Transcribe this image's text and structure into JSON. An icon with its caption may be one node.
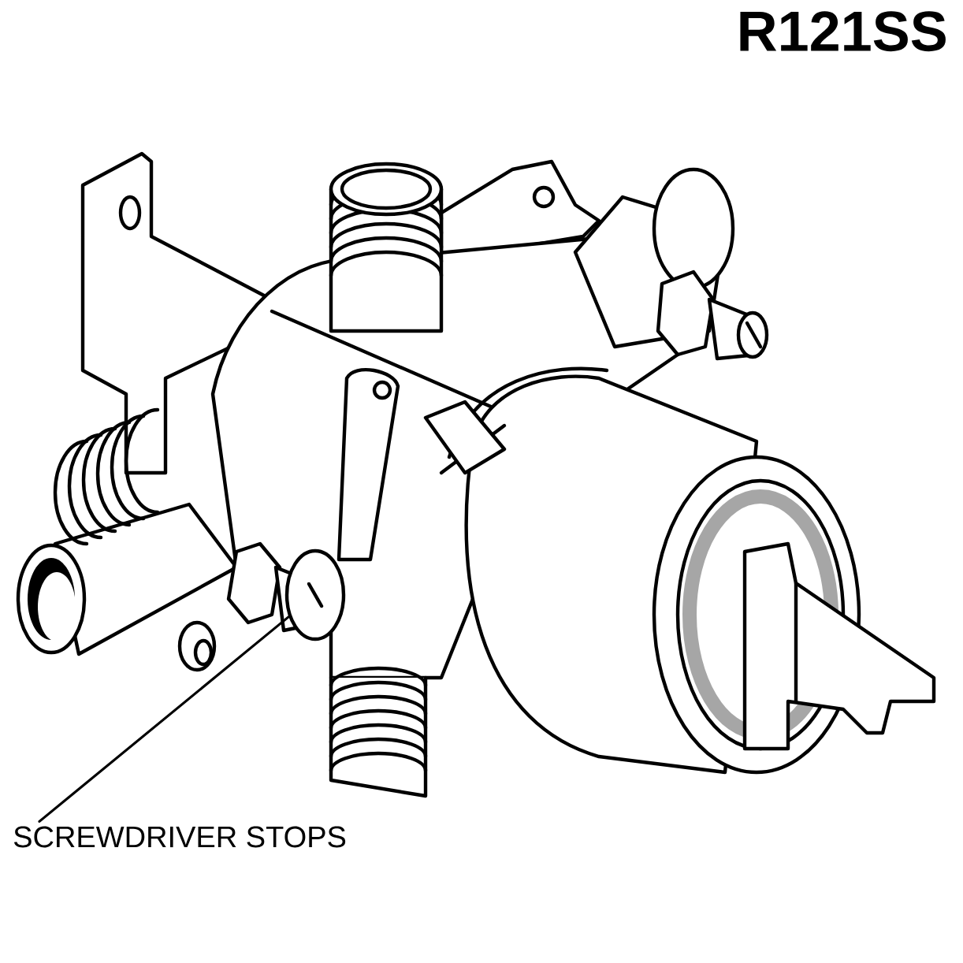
{
  "diagram": {
    "title": "R121SS",
    "nodes": [
      {
        "text": [
          "SCREWDRIVER STOPS"
        ]
      },
      {
        "text": [],
        "shape": "picture"
      }
    ],
    "edges": [
      {
        "from": 0,
        "to": 1,
        "arrow": "none"
      }
    ]
  }
}
